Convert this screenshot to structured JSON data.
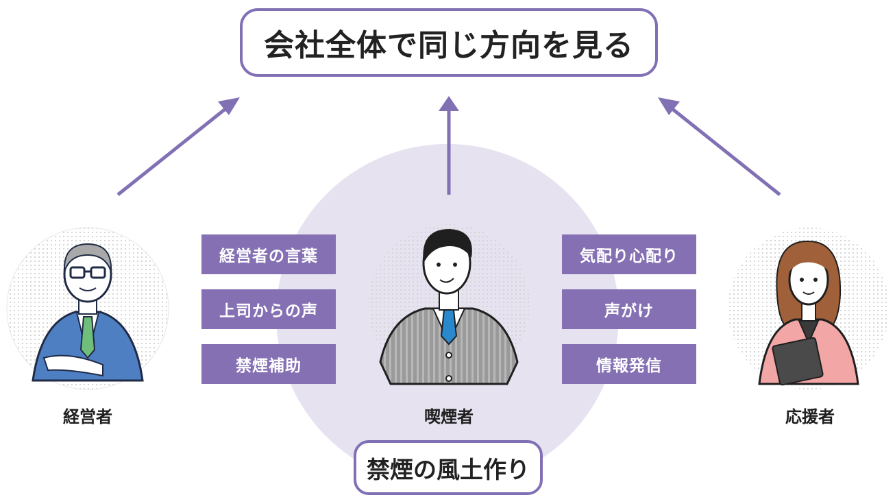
{
  "goal": {
    "text": "会社全体で同じ方向を見る"
  },
  "culture": {
    "text": "禁煙の風土作り"
  },
  "people": {
    "left": {
      "label": "経営者"
    },
    "center": {
      "label": "喫煙者"
    },
    "right": {
      "label": "応援者"
    }
  },
  "tags": {
    "left": [
      "経営者の言葉",
      "上司からの声",
      "禁煙補助"
    ],
    "right": [
      "気配り心配り",
      "声がけ",
      "情報発信"
    ]
  },
  "colors": {
    "accent": "#8270b4",
    "tag_fill": "#8470b3",
    "center_circle": "#e6e2f0"
  }
}
